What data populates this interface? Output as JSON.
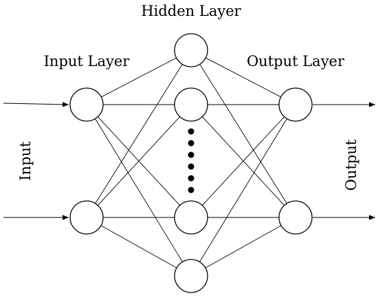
{
  "labels": {
    "hidden_layer": "Hidden Layer",
    "input_layer": "Input Layer",
    "output_layer": "Output Layer",
    "input": "Input",
    "output": "Output"
  },
  "network": {
    "input_nodes": 2,
    "hidden_nodes_drawn": 4,
    "output_nodes": 2,
    "ellipsis_dots": 6,
    "fully_connected": true
  },
  "colors": {
    "stroke": "#000000",
    "node_fill": "#ffffff",
    "background": "#ffffff"
  }
}
